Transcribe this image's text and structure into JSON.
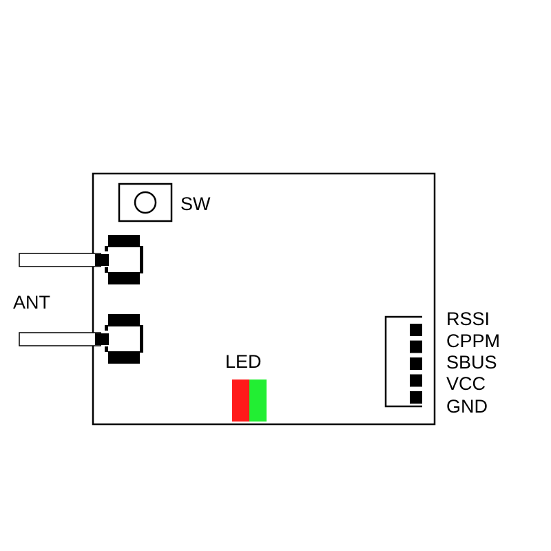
{
  "labels": {
    "switch": "SW",
    "antenna": "ANT",
    "led": "LED"
  },
  "connector_pins": [
    "RSSI",
    "CPPM",
    "SBUS",
    "VCC",
    "GND"
  ],
  "colors": {
    "outline": "#000000",
    "background": "#ffffff",
    "led_red": "#ff1a1a",
    "led_green": "#22ee33",
    "pad": "#000000"
  }
}
